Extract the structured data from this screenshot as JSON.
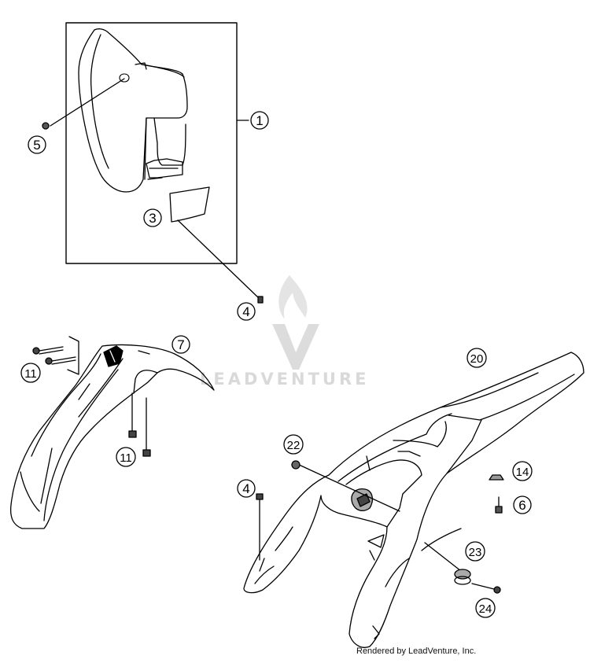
{
  "callouts": [
    {
      "id": "c1",
      "label": "1"
    },
    {
      "id": "c3",
      "label": "3"
    },
    {
      "id": "c4a",
      "label": "4"
    },
    {
      "id": "c4b",
      "label": "4"
    },
    {
      "id": "c5",
      "label": "5"
    },
    {
      "id": "c6",
      "label": "6"
    },
    {
      "id": "c7",
      "label": "7"
    },
    {
      "id": "c11a",
      "label": "11"
    },
    {
      "id": "c11b",
      "label": "11"
    },
    {
      "id": "c14",
      "label": "14"
    },
    {
      "id": "c20",
      "label": "20"
    },
    {
      "id": "c22",
      "label": "22"
    },
    {
      "id": "c23",
      "label": "23"
    },
    {
      "id": "c24",
      "label": "24"
    }
  ],
  "watermark": {
    "brand": "LEADVENTURE"
  },
  "credit": "Rendered by LeadVenture, Inc."
}
